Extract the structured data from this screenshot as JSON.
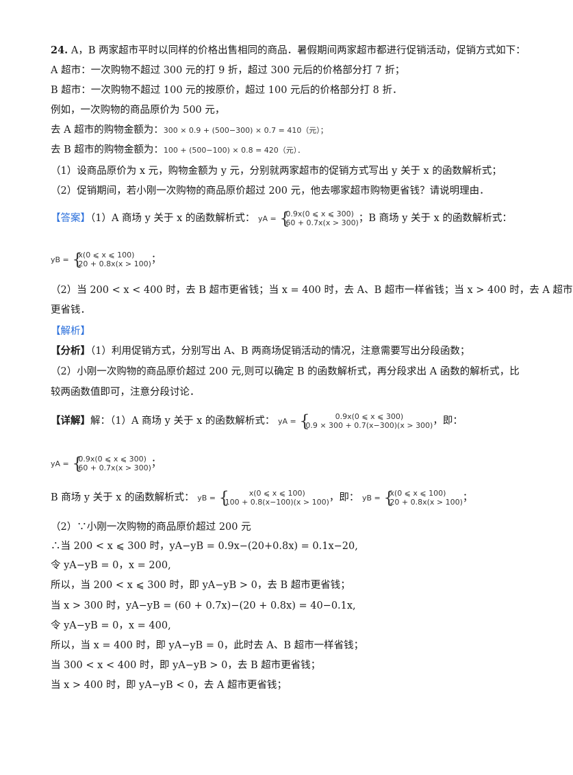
{
  "question": {
    "number": "24.",
    "intro": "A，B 两家超市平时以同样的价格出售相同的商品．暑假期间两家超市都进行促销活动，促销方式如下：",
    "rule_a": "A 超市：一次购物不超过 300 元的打 9 折，超过 300 元后的价格部分打 7 折；",
    "rule_b": "B 超市：一次购物不超过 100 元的按原价，超过 100 元后的价格部分打 8 折．",
    "example": "例如，一次购物的商品原价为 500 元，",
    "example_a_label": "去 A 超市的购物金额为：",
    "example_a_formula": "300 × 0.9 + (500−300) × 0.7 = 410（元）；",
    "example_b_label": "去 B 超市的购物金额为：",
    "example_b_formula": "100 + (500−100) × 0.8 = 420（元）．",
    "part1": "（1）设商品原价为 x 元，购物金额为 y 元，分别就两家超市的促销方式写出 y 关于 x 的函数解析式；",
    "part2": "（2）促销期间，若小刚一次购物的商品原价超过 200 元，他去哪家超市购物更省钱？请说明理由．"
  },
  "answer": {
    "tag": "【答案】",
    "text1": "（1）A 商场 y 关于 x 的函数解析式：",
    "ya_label": "yA =",
    "ya_rows": [
      "0.9x(0 ⩽ x ⩽ 300)",
      "60 + 0.7x(x > 300)"
    ],
    "sep": "；B 商场 y 关于 x 的函数解析式：",
    "yb_label": "yB =",
    "yb_rows": [
      "x(0 ⩽ x ⩽ 100)",
      "20 + 0.8x(x > 100)"
    ],
    "yb_end": "；",
    "part2_a": "（2）当 200 < x < 400 时，去 B 超市更省钱；当 x = 400 时，去 A、B 超市一样省钱；当 x > 400 时，去 A 超市",
    "part2_b": "更省钱．"
  },
  "analysis": {
    "tag": "【解析】",
    "fenxi_tag": "【分析】",
    "fenxi_1": "（1）利用促销方式，分别写出 A、B 两商场促销活动的情况，注意需要写出分段函数；",
    "fenxi_2a": "（2）小刚一次购物的商品原价超过 200 元,则可以确定 B 的函数解析式，再分段求出 A 函数的解析式，比",
    "fenxi_2b": "较两函数值即可，注意分段讨论．",
    "detail_tag": "【详解】",
    "detail_1": "解：（1）A 商场 y 关于 x 的函数解析式：",
    "d_ya_label": "yA =",
    "d_ya_rows": [
      "0.9x(0 ⩽ x ⩽ 300)",
      "0.9 × 300 + 0.7(x−300)(x > 300)"
    ],
    "d_ji": "，即：",
    "d_ya2_label": "yA =",
    "d_ya2_rows": [
      "0.9x(0 ⩽ x ⩽ 300)",
      "60 + 0.7x(x > 300)"
    ],
    "d_semicolon": "；",
    "d_b_text": "B 商场 y 关于 x 的函数解析式：",
    "d_yb_label": "yB =",
    "d_yb_rows": [
      "x(0 ⩽ x ⩽ 100)",
      "100 + 0.8(x−100)(x > 100)"
    ],
    "d_yb_ji": "，即：",
    "d_yb2_label": "yB =",
    "d_yb2_rows": [
      "x(0 ⩽ x ⩽ 100)",
      "20 + 0.8x(x > 100)"
    ],
    "d_yb2_end": "；",
    "steps": [
      "（2）∵小刚一次购物的商品原价超过 200 元",
      "∴当 200 < x ⩽ 300 时，yA−yB = 0.9x−(20+0.8x) = 0.1x−20,",
      "令 yA−yB = 0，x = 200,",
      "所以，当 200 < x ⩽ 300 时，即 yA−yB > 0，去 B 超市更省钱；",
      "当 x > 300 时，yA−yB = (60 + 0.7x)−(20 + 0.8x) = 40−0.1x,",
      "令 yA−yB = 0，x = 400,",
      "所以，当 x = 400 时，即 yA−yB = 0，此时去 A、B 超市一样省钱；",
      "当 300 < x < 400 时，即 yA−yB > 0，去 B 超市更省钱；",
      "当 x > 400 时，即 yA−yB < 0，去 A 超市更省钱；"
    ]
  }
}
